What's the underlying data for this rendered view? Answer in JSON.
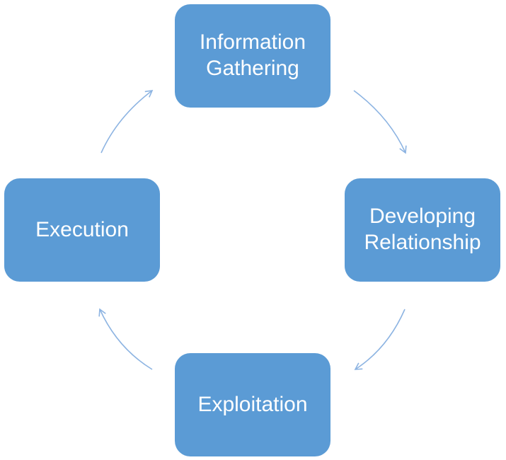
{
  "diagram": {
    "type": "cycle",
    "nodes": [
      {
        "id": "top",
        "label": "Information\nGathering"
      },
      {
        "id": "right",
        "label": "Developing\nRelationship"
      },
      {
        "id": "bottom",
        "label": "Exploitation"
      },
      {
        "id": "left",
        "label": "Execution"
      }
    ],
    "edges": [
      {
        "from": "Information Gathering",
        "to": "Developing Relationship"
      },
      {
        "from": "Developing Relationship",
        "to": "Exploitation"
      },
      {
        "from": "Exploitation",
        "to": "Execution"
      },
      {
        "from": "Execution",
        "to": "Information Gathering"
      }
    ],
    "colors": {
      "node_fill": "#5b9bd5",
      "node_text": "#ffffff",
      "arrow": "#8db4e2"
    }
  }
}
